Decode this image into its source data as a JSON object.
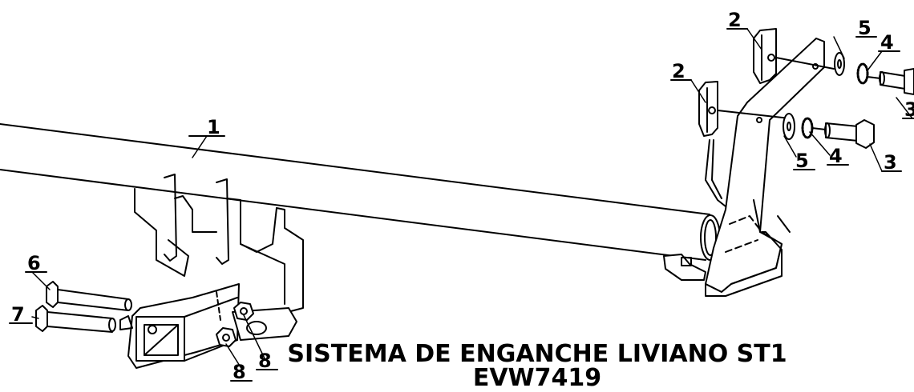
{
  "title": {
    "line1": "SISTEMA DE ENGANCHE LIVIANO ST1",
    "line2": "EVW7419"
  },
  "callouts": {
    "c1": "1",
    "c2a": "2",
    "c2b": "2",
    "c3a": "3",
    "c3b": "3",
    "c4a": "4",
    "c4b": "4",
    "c5a": "5",
    "c5b": "5",
    "c6": "6",
    "c7": "7",
    "c8a": "8",
    "c8b": "8"
  }
}
